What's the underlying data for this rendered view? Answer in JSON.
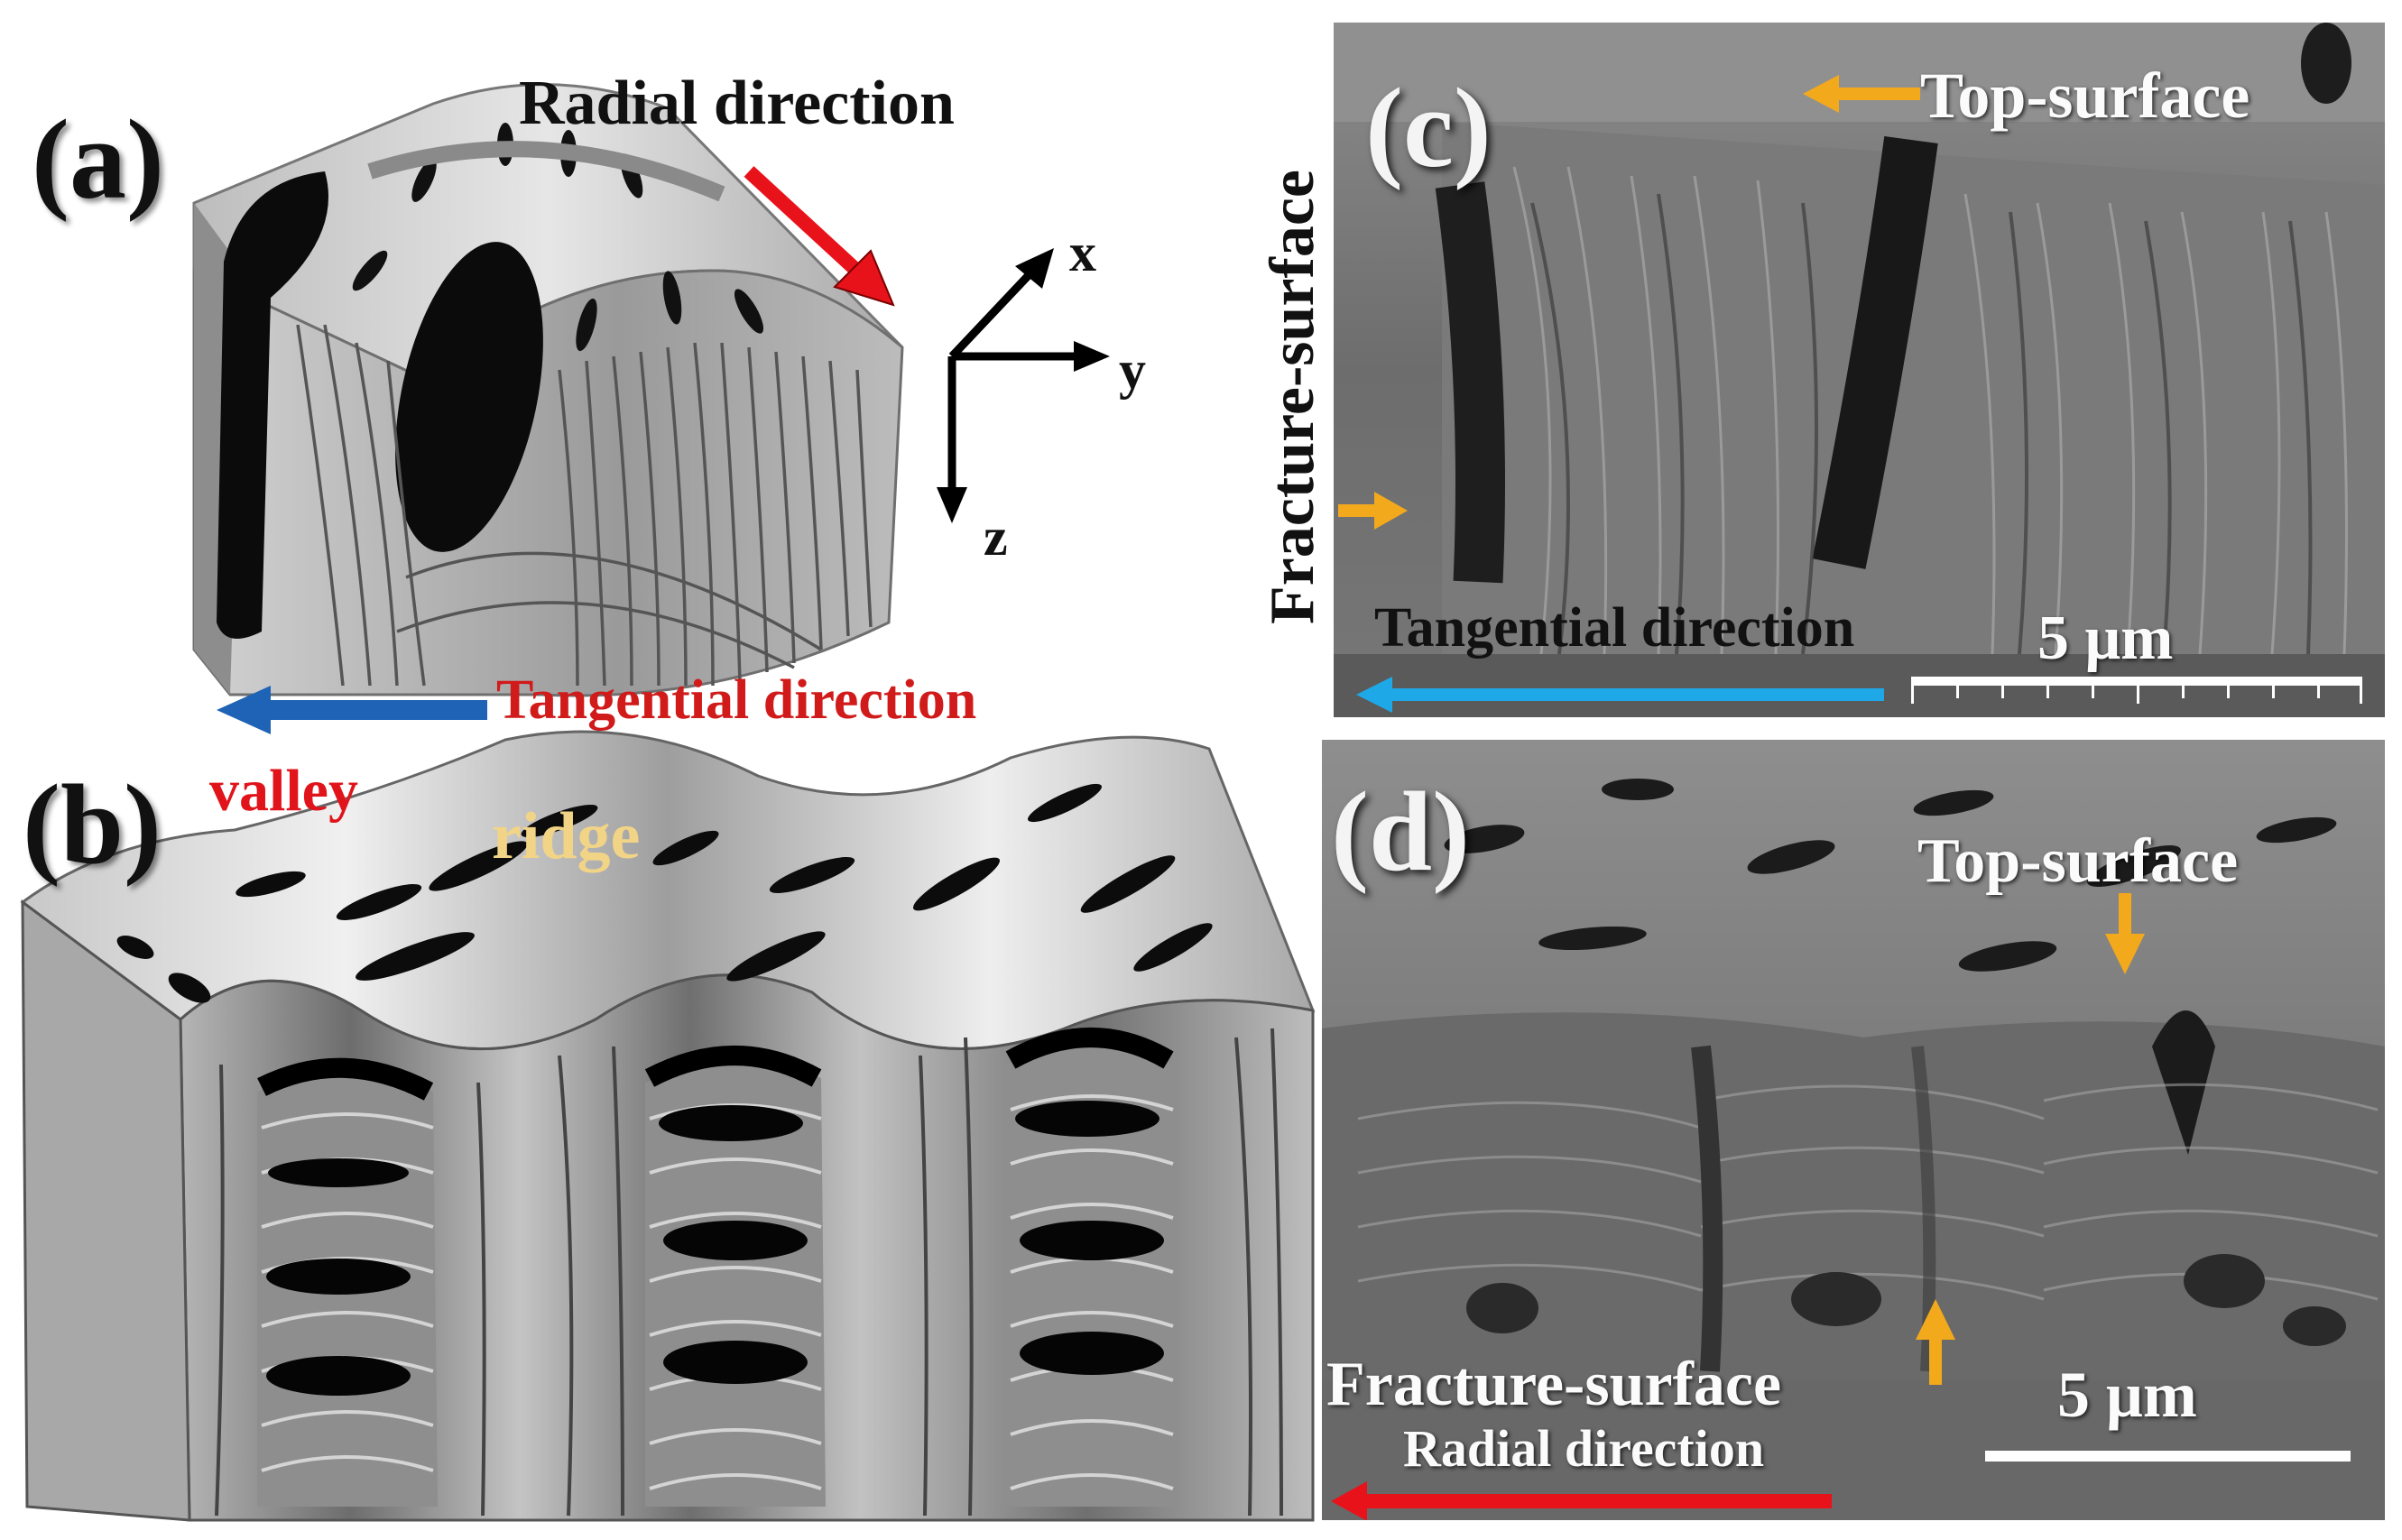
{
  "panels": {
    "a": {
      "label": "(a)",
      "radial_label": "Radial direction",
      "tangential_label": "Tangential direction",
      "axis_x": "x",
      "axis_y": "y",
      "axis_z": "z"
    },
    "b": {
      "label": "(b)",
      "valley_label": "valley",
      "ridge_label": "ridge"
    },
    "c": {
      "label": "(c)",
      "top_surface_label": "Top-surface",
      "fracture_surface_label": "Fracture-surface",
      "tangential_label": "Tangential direction",
      "scale_bar_label": "5 μm"
    },
    "d": {
      "label": "(d)",
      "top_surface_label": "Top-surface",
      "fracture_surface_label": "Fracture-surface",
      "radial_label": "Radial direction",
      "scale_bar_label": "5 μm"
    }
  },
  "colors": {
    "red_arrow": "#e8121b",
    "blue_arrow": "#1e63b5",
    "cyan_arrow": "#1fa8e8",
    "orange_arrow": "#f3a91c",
    "red_text": "#d11a1a",
    "ridge_text": "#f2d487"
  }
}
